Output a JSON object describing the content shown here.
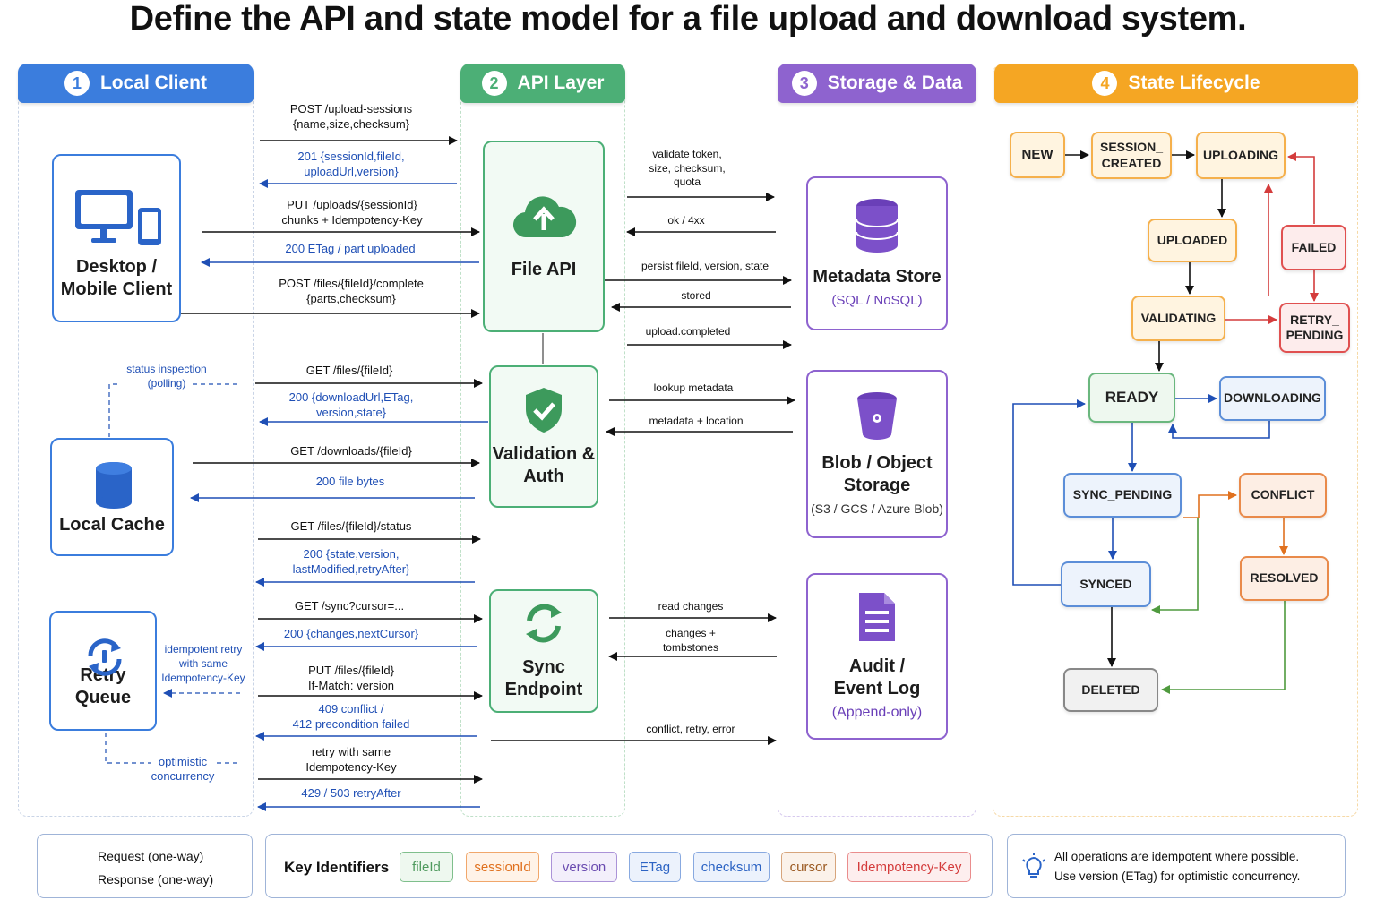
{
  "title": "Define the API and state model for a file upload and download system.",
  "lanes": [
    {
      "num": "1",
      "label": "Local Client",
      "color": "#3b7ddd"
    },
    {
      "num": "2",
      "label": "API Layer",
      "color": "#4caf76"
    },
    {
      "num": "3",
      "label": "Storage & Data",
      "color": "#8e63cf"
    },
    {
      "num": "4",
      "label": "State Lifecycle",
      "color": "#f5a623"
    }
  ],
  "client": {
    "desktop": {
      "line1": "Desktop /",
      "line2": "Mobile Client"
    },
    "cache": "Local Cache",
    "retry": "Retry Queue",
    "status_inspection": "status inspection",
    "polling": "(polling)",
    "idempotent_retry": "idempotent retry",
    "with_same": "with same",
    "idem_key": "Idempotency-Key",
    "optimistic": "optimistic",
    "concurrency": "concurrency"
  },
  "api": {
    "file_api": "File API",
    "validation": {
      "line1": "Validation &",
      "line2": "Auth"
    },
    "sync": "Sync Endpoint"
  },
  "storage": {
    "metadata": {
      "title": "Metadata Store",
      "sub": "(SQL / NoSQL)"
    },
    "blob": {
      "line1": "Blob / Object",
      "line2": "Storage",
      "sub": "(S3 / GCS / Azure Blob)"
    },
    "audit": {
      "line1": "Audit /",
      "line2": "Event Log",
      "sub": "(Append-only)"
    }
  },
  "client_msgs": [
    {
      "l1": "POST /upload-sessions",
      "l2": "{name,size,checksum}"
    },
    {
      "l1": "201 {sessionId,fileId,",
      "l2": "uploadUrl,version}"
    },
    {
      "l1": "PUT /uploads/{sessionId}",
      "l2": "chunks + Idempotency-Key"
    },
    {
      "l1": "200 ETag / part uploaded"
    },
    {
      "l1": "POST /files/{fileId}/complete",
      "l2": "{parts,checksum}"
    },
    {
      "l1": "GET /files/{fileId}"
    },
    {
      "l1": "200 {downloadUrl,ETag,",
      "l2": "version,state}"
    },
    {
      "l1": "GET /downloads/{fileId}"
    },
    {
      "l1": "200 file bytes"
    },
    {
      "l1": "GET /files/{fileId}/status"
    },
    {
      "l1": "200 {state,version,",
      "l2": "lastModified,retryAfter}"
    },
    {
      "l1": "GET /sync?cursor=..."
    },
    {
      "l1": "200 {changes,nextCursor}"
    },
    {
      "l1": "PUT /files/{fileId}",
      "l2": "If-Match: version"
    },
    {
      "l1": "409 conflict /",
      "l2": "412 precondition failed"
    },
    {
      "l1": "retry with same",
      "l2": "Idempotency-Key"
    },
    {
      "l1": "429 / 503 retryAfter"
    }
  ],
  "storage_msgs": [
    {
      "l1": "validate token,",
      "l2": "size, checksum,",
      "l3": "quota"
    },
    {
      "l1": "ok / 4xx"
    },
    {
      "l1": "persist fileId, version, state"
    },
    {
      "l1": "stored"
    },
    {
      "l1": "upload.completed"
    },
    {
      "l1": "lookup metadata"
    },
    {
      "l1": "metadata + location"
    },
    {
      "l1": "read changes"
    },
    {
      "l1": "changes +",
      "l2": "tombstones"
    },
    {
      "l1": "conflict, retry, error"
    }
  ],
  "states": {
    "new": "NEW",
    "session_created": {
      "l1": "SESSION_",
      "l2": "CREATED"
    },
    "uploading": "UPLOADING",
    "uploaded": "UPLOADED",
    "failed": "FAILED",
    "validating": "VALIDATING",
    "retry_pending": {
      "l1": "RETRY_",
      "l2": "PENDING"
    },
    "ready": "READY",
    "downloading": "DOWNLOADING",
    "sync_pending": "SYNC_PENDING",
    "conflict": "CONFLICT",
    "synced": "SYNCED",
    "resolved": "RESOLVED",
    "deleted": "DELETED"
  },
  "legend": {
    "request": "Request (one-way)",
    "response": "Response (one-way)",
    "key_identifiers": "Key Identifiers",
    "chips": [
      {
        "label": "fileId",
        "color": "#4f9a5e",
        "bg": "#eef8ef"
      },
      {
        "label": "sessionId",
        "color": "#e0711f",
        "bg": "#fff3e8"
      },
      {
        "label": "version",
        "color": "#6a4bb0",
        "bg": "#f3effb"
      },
      {
        "label": "ETag",
        "color": "#2d64c4",
        "bg": "#ecf2fc"
      },
      {
        "label": "checksum",
        "color": "#2d64c4",
        "bg": "#ecf2fc"
      },
      {
        "label": "cursor",
        "color": "#9b5a22",
        "bg": "#fbf2ea"
      },
      {
        "label": "Idempotency-Key",
        "color": "#d43c3c",
        "bg": "#fdeeee"
      }
    ],
    "note1": "All operations are idempotent where possible.",
    "note2": "Use version (ETag) for optimistic concurrency."
  }
}
